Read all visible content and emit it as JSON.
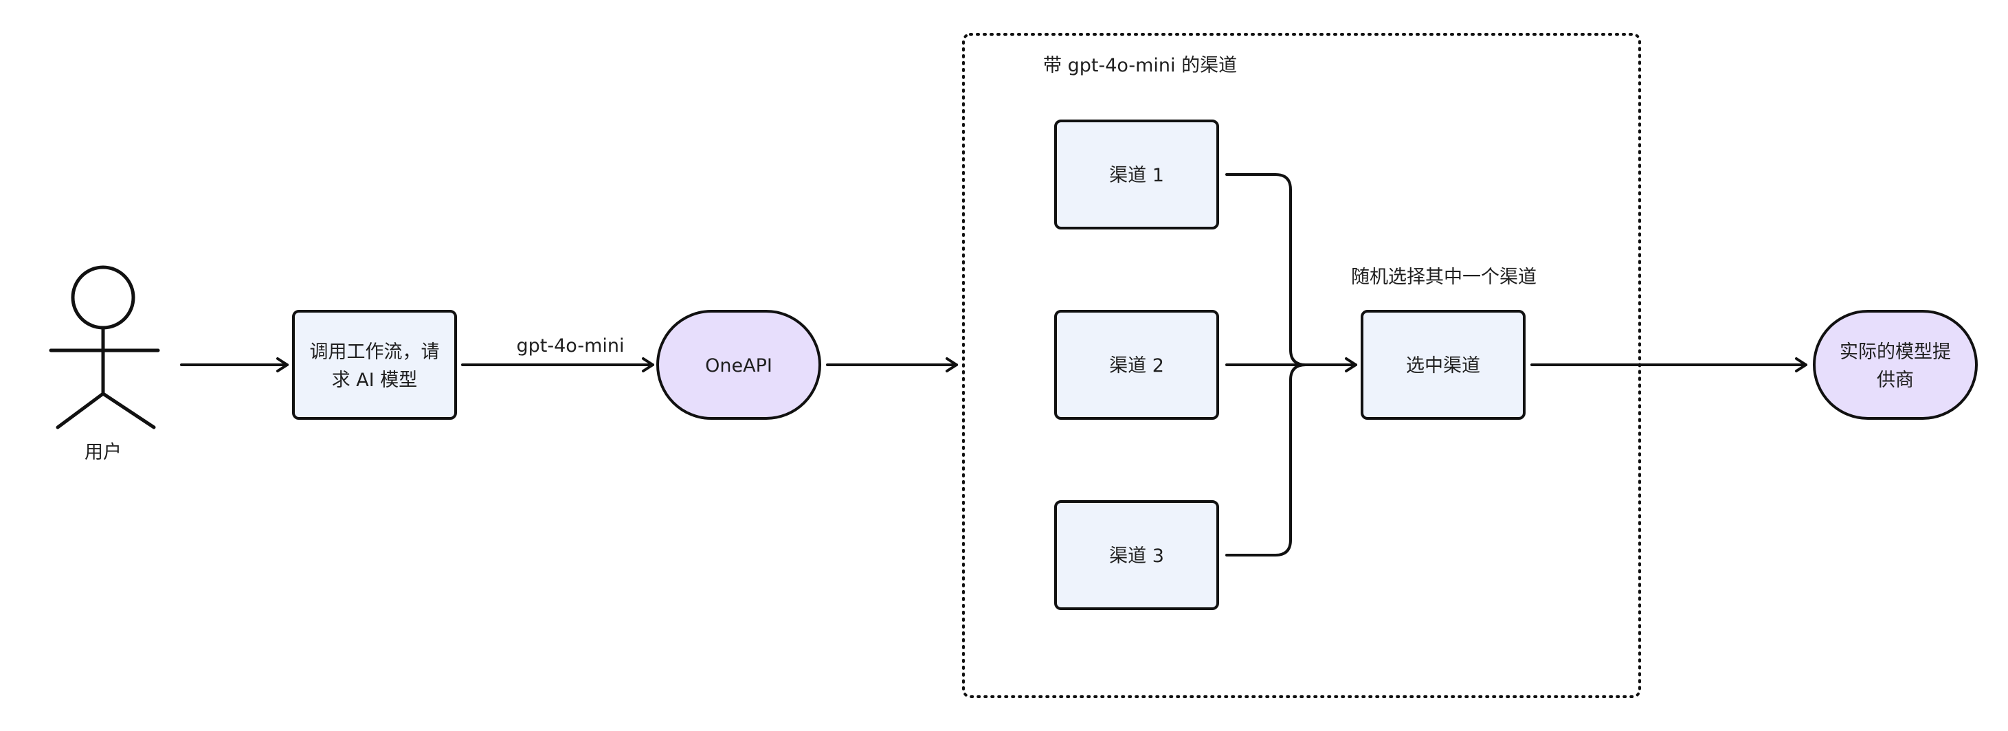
{
  "colors": {
    "stroke": "#111111",
    "text": "#1f1f1f",
    "process_fill": "#eef3fc",
    "terminal_fill": "#e7defc",
    "background": "#ffffff"
  },
  "actor": {
    "label": "用户"
  },
  "nodes": {
    "request": {
      "line1": "调用工作流，请",
      "line2": "求 AI 模型"
    },
    "oneapi": {
      "label": "OneAPI"
    },
    "channel1": {
      "label": "渠道 1"
    },
    "channel2": {
      "label": "渠道 2"
    },
    "channel3": {
      "label": "渠道 3"
    },
    "selected": {
      "label": "选中渠道"
    },
    "provider": {
      "line1": "实际的模型提",
      "line2": "供商"
    }
  },
  "group": {
    "label": "带 gpt-4o-mini 的渠道"
  },
  "edges": {
    "request_to_oneapi": {
      "label": "gpt-4o-mini"
    },
    "channels_to_selected": {
      "label": "随机选择其中一个渠道"
    }
  }
}
